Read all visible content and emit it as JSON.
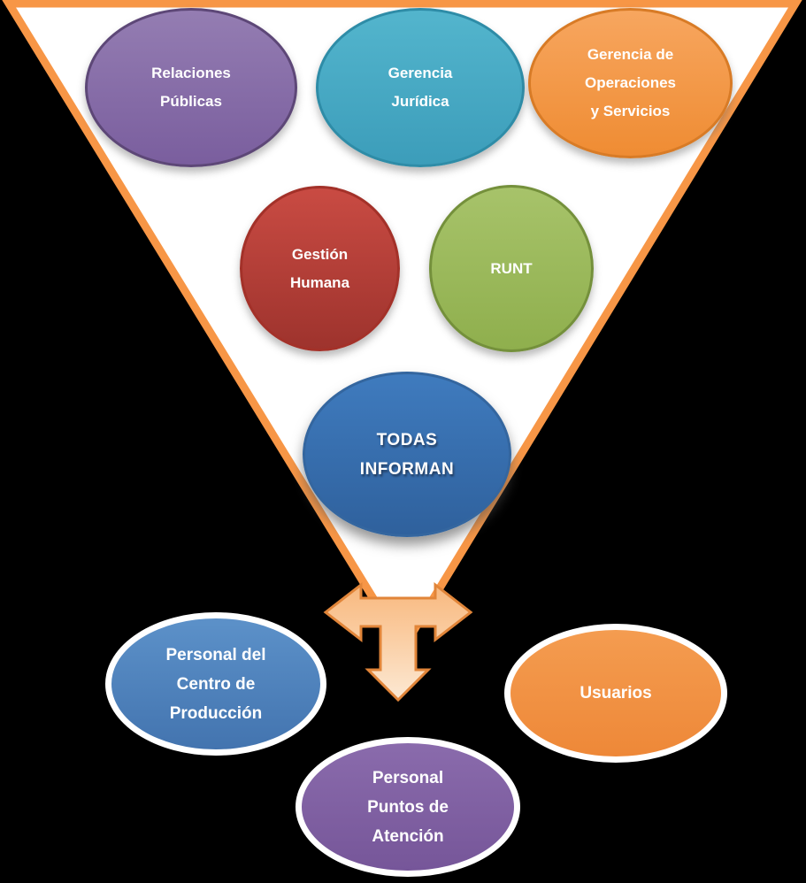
{
  "diagram": {
    "background": "#000000",
    "funnel": {
      "fill": "#FFFFFF",
      "border": "#F79646"
    },
    "arrow": {
      "fill_top": "#F8B87E",
      "fill_mid": "#FACDA2",
      "fill_bottom": "#FCE9D4",
      "border": "#E18539"
    },
    "sources": [
      {
        "id": "relaciones-publicas",
        "label": "Relaciones\nPúblicas",
        "fill_top": "#947DB2",
        "fill_bottom": "#7A5E9E",
        "border": "#5D4777"
      },
      {
        "id": "gerencia-juridica",
        "label": "Gerencia\nJurídica",
        "fill_top": "#53B5CD",
        "fill_bottom": "#3C9DBA",
        "border": "#2E8CA7"
      },
      {
        "id": "gerencia-operaciones-servicios",
        "label": "Gerencia de\nOperaciones\ny Servicios",
        "fill_top": "#F7A65F",
        "fill_bottom": "#EF8C33",
        "border": "#D87B26"
      },
      {
        "id": "gestion-humana",
        "label": "Gestión\nHumana",
        "fill_top": "#C94B43",
        "fill_bottom": "#9E332D",
        "border": "#A33129"
      },
      {
        "id": "runt",
        "label": "RUNT",
        "fill_top": "#A7C36A",
        "fill_bottom": "#8FAF4D",
        "border": "#74903B"
      },
      {
        "id": "todas-informan",
        "label": "TODAS\nINFORMAN",
        "fill_top": "#3F7BBE",
        "fill_bottom": "#2F619D",
        "border": "#34669F"
      }
    ],
    "audiences": [
      {
        "id": "personal-centro-produccion",
        "label": "Personal del\nCentro de\nProducción",
        "fill_top": "#5C91C9",
        "fill_bottom": "#4374AF",
        "border": "#FFFFFF"
      },
      {
        "id": "usuarios",
        "label": "Usuarios",
        "fill_top": "#F49C50",
        "fill_bottom": "#EE8838",
        "border": "#FFFFFF"
      },
      {
        "id": "personal-puntos-atencion",
        "label": "Personal\nPuntos de\nAtención",
        "fill_top": "#8A6BAC",
        "fill_bottom": "#765699",
        "border": "#FFFFFF"
      }
    ]
  }
}
